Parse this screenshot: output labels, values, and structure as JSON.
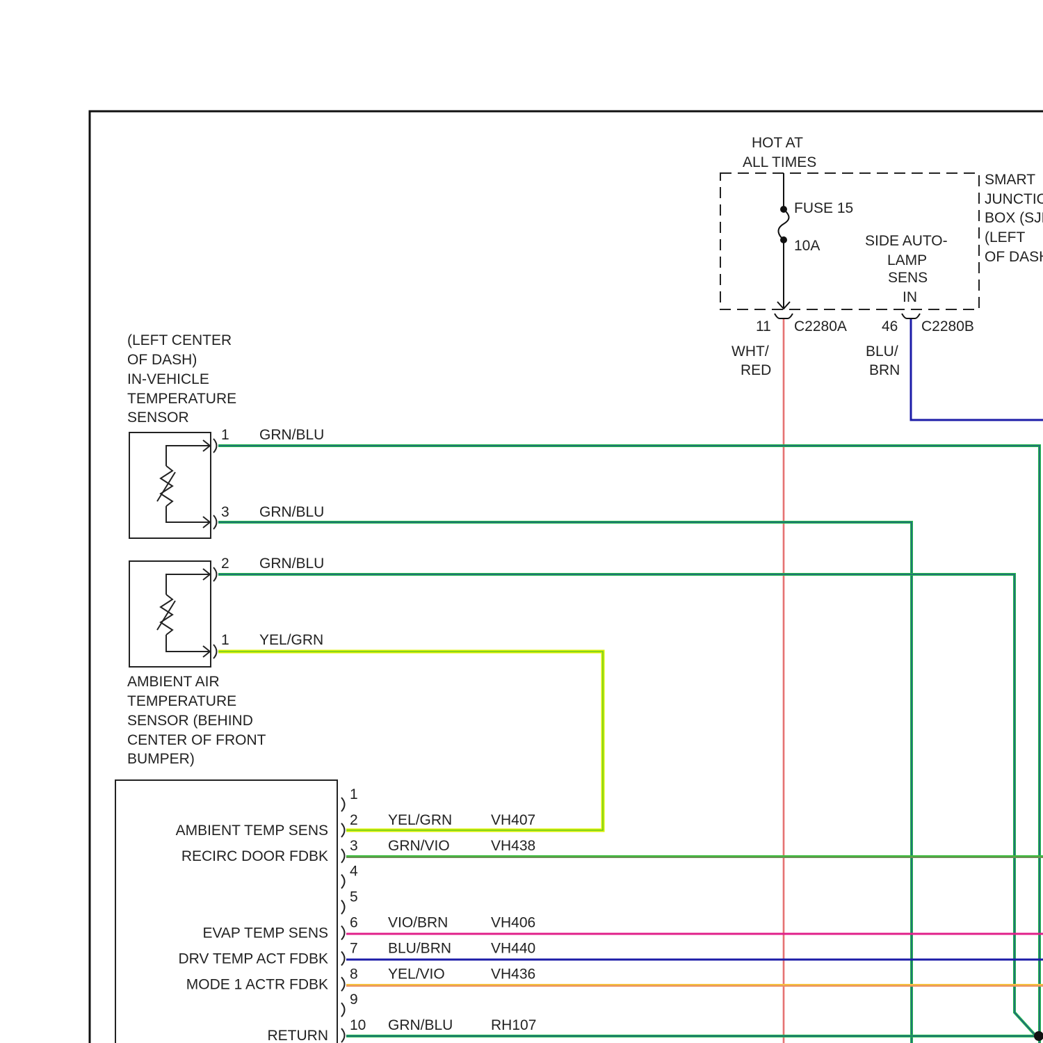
{
  "colors": {
    "frame": "#111111",
    "grn_blu": [
      "#22b84a",
      "#2233a0"
    ],
    "yel_grn": [
      "#d8f000",
      "#38b838"
    ],
    "wht_red": [
      "#f0a0a0",
      "#d84040"
    ],
    "blu_brn": "#1c1ca8",
    "grn_vio": [
      "#3cbc3c",
      "#a06070"
    ],
    "vio_brn": "#e0208a",
    "yel_vio": [
      "#f5c040",
      "#e06080"
    ]
  },
  "sjb": {
    "hot": [
      "HOT AT",
      "ALL TIMES"
    ],
    "name": [
      "SMART",
      "JUNCTION",
      "BOX (SJB)",
      "(LEFT",
      "OF DASH)"
    ],
    "fuse": "FUSE 15",
    "amps": "10A",
    "side": [
      "SIDE AUTO-",
      "LAMP",
      "SENS",
      "IN"
    ],
    "pin_a": "11",
    "conn_a": "C2280A",
    "pin_b": "46",
    "conn_b": "C2280B",
    "wire_a": [
      "WHT/",
      "RED"
    ],
    "wire_b": [
      "BLU/",
      "BRN"
    ]
  },
  "in_vehicle_sensor": {
    "title": [
      "(LEFT CENTER",
      "OF DASH)",
      "IN-VEHICLE",
      "TEMPERATURE",
      "SENSOR"
    ],
    "pins": [
      {
        "pin": "1",
        "wire": "GRN/BLU"
      },
      {
        "pin": "3",
        "wire": "GRN/BLU"
      }
    ]
  },
  "ambient_sensor": {
    "title": [
      "AMBIENT AIR",
      "TEMPERATURE",
      "SENSOR (BEHIND",
      "CENTER OF FRONT",
      "BUMPER)"
    ],
    "pins": [
      {
        "pin": "2",
        "wire": "GRN/BLU"
      },
      {
        "pin": "1",
        "wire": "YEL/GRN"
      }
    ]
  },
  "module": {
    "pins": [
      {
        "pin": "1",
        "label": "",
        "wire": "",
        "circuit": ""
      },
      {
        "pin": "2",
        "label": "AMBIENT TEMP SENS",
        "wire": "YEL/GRN",
        "circuit": "VH407"
      },
      {
        "pin": "3",
        "label": "RECIRC DOOR FDBK",
        "wire": "GRN/VIO",
        "circuit": "VH438"
      },
      {
        "pin": "4",
        "label": "",
        "wire": "",
        "circuit": ""
      },
      {
        "pin": "5",
        "label": "",
        "wire": "",
        "circuit": ""
      },
      {
        "pin": "6",
        "label": "EVAP TEMP SENS",
        "wire": "VIO/BRN",
        "circuit": "VH406"
      },
      {
        "pin": "7",
        "label": "DRV TEMP ACT FDBK",
        "wire": "BLU/BRN",
        "circuit": "VH440"
      },
      {
        "pin": "8",
        "label": "MODE 1 ACTR FDBK",
        "wire": "YEL/VIO",
        "circuit": "VH436"
      },
      {
        "pin": "9",
        "label": "",
        "wire": "",
        "circuit": ""
      },
      {
        "pin": "10",
        "label": "RETURN",
        "wire": "GRN/BLU",
        "circuit": "RH107"
      }
    ]
  }
}
